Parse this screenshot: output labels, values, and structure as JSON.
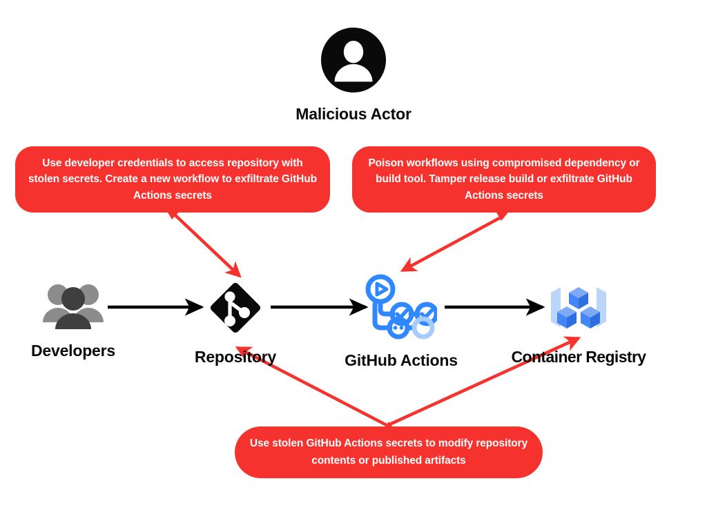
{
  "diagram": {
    "title": "GitHub Actions supply chain attack paths",
    "colors": {
      "threat_red": "#F5322E",
      "arrow_black": "#000000",
      "actions_blue": "#2F88FF",
      "actions_blue_faded": "#A7CBFB",
      "registry_blue": "#4287F5",
      "registry_blue_light": "#BBD4FA",
      "developer_gray_back": "#8C8C8C",
      "developer_gray_front": "#3F3F3F",
      "label_text": "#0A0A0A",
      "background": "#FFFFFF"
    },
    "actor": {
      "label": "Malicious Actor",
      "icon": "person-circle-icon"
    },
    "pipeline": [
      {
        "id": "developers",
        "label": "Developers",
        "icon": "people-group-icon"
      },
      {
        "id": "repository",
        "label": "Repository",
        "icon": "git-logo-icon"
      },
      {
        "id": "actions",
        "label": "GitHub Actions",
        "icon": "github-actions-workflow-icon"
      },
      {
        "id": "registry",
        "label": "Container Registry",
        "icon": "container-registry-cubes-icon"
      }
    ],
    "flow_arrows": [
      {
        "from": "developers",
        "to": "repository",
        "color": "#000000"
      },
      {
        "from": "repository",
        "to": "actions",
        "color": "#000000"
      },
      {
        "from": "actions",
        "to": "registry",
        "color": "#000000"
      }
    ],
    "callouts": [
      {
        "id": "developer-credentials",
        "text": "Use developer credentials to access repository with stolen secrets. Create a new workflow to exfiltrate GitHub Actions secrets",
        "points_to": "repository"
      },
      {
        "id": "poison-workflows",
        "text": "Poison workflows using compromised dependency or build tool. Tamper release build or exfiltrate GitHub Actions secrets",
        "points_to": "actions"
      },
      {
        "id": "stolen-secrets",
        "text": "Use stolen GitHub Actions secrets to modify repository contents or published artifacts",
        "points_to": "repository, registry"
      }
    ]
  }
}
